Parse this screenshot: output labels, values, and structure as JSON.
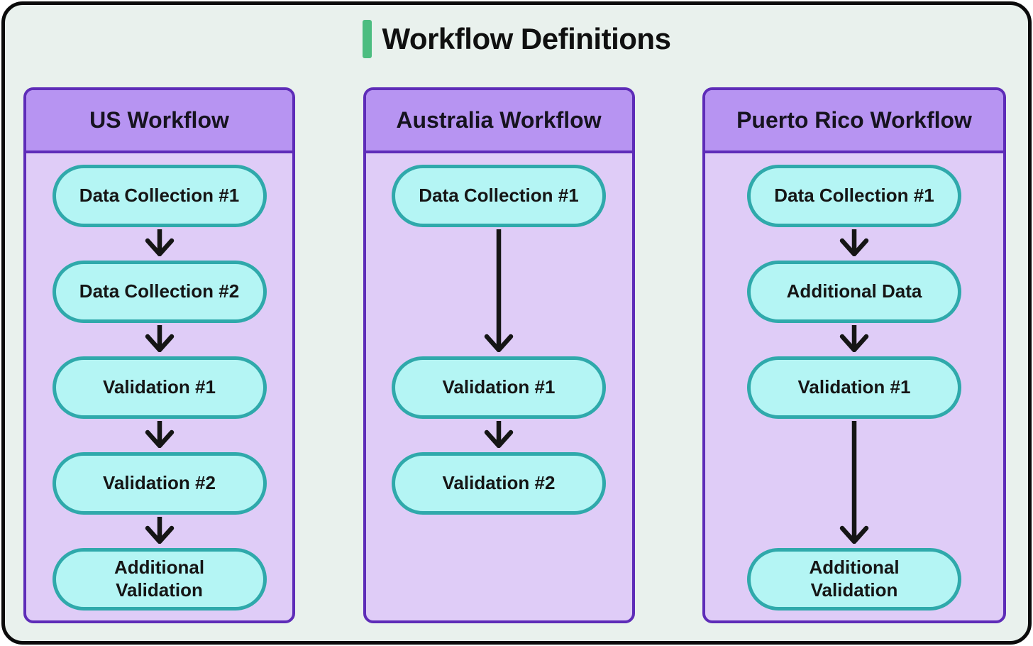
{
  "title": {
    "text": "Workflow Definitions"
  },
  "colors": {
    "accent": "#4cbd80",
    "frame": "#0b0b0b",
    "canvas": "#e9f1ed",
    "panel_border": "#5e2cb8",
    "panel_header": "#b794f2",
    "panel_body": "#dfccf7",
    "node_fill": "#b4f5f4",
    "node_border": "#2fa9ab",
    "ink": "#151515"
  },
  "workflows": [
    {
      "title": "US Workflow",
      "nodes": [
        {
          "label": "Data Collection #1",
          "row": 0
        },
        {
          "label": "Data Collection #2",
          "row": 1
        },
        {
          "label": "Validation #1",
          "row": 2
        },
        {
          "label": "Validation #2",
          "row": 3
        },
        {
          "label": "Additional\nValidation",
          "row": 4
        }
      ],
      "arrows": [
        [
          0,
          1
        ],
        [
          1,
          2
        ],
        [
          2,
          3
        ],
        [
          3,
          4
        ]
      ]
    },
    {
      "title": "Australia Workflow",
      "nodes": [
        {
          "label": "Data Collection #1",
          "row": 0
        },
        {
          "label": "Validation #1",
          "row": 2
        },
        {
          "label": "Validation #2",
          "row": 3
        }
      ],
      "arrows": [
        [
          0,
          2
        ],
        [
          2,
          3
        ]
      ]
    },
    {
      "title": "Puerto Rico Workflow",
      "nodes": [
        {
          "label": "Data Collection #1",
          "row": 0
        },
        {
          "label": "Additional Data",
          "row": 1
        },
        {
          "label": "Validation #1",
          "row": 2
        },
        {
          "label": "Additional\nValidation",
          "row": 4
        }
      ],
      "arrows": [
        [
          0,
          1
        ],
        [
          1,
          2
        ],
        [
          2,
          4
        ]
      ]
    }
  ]
}
